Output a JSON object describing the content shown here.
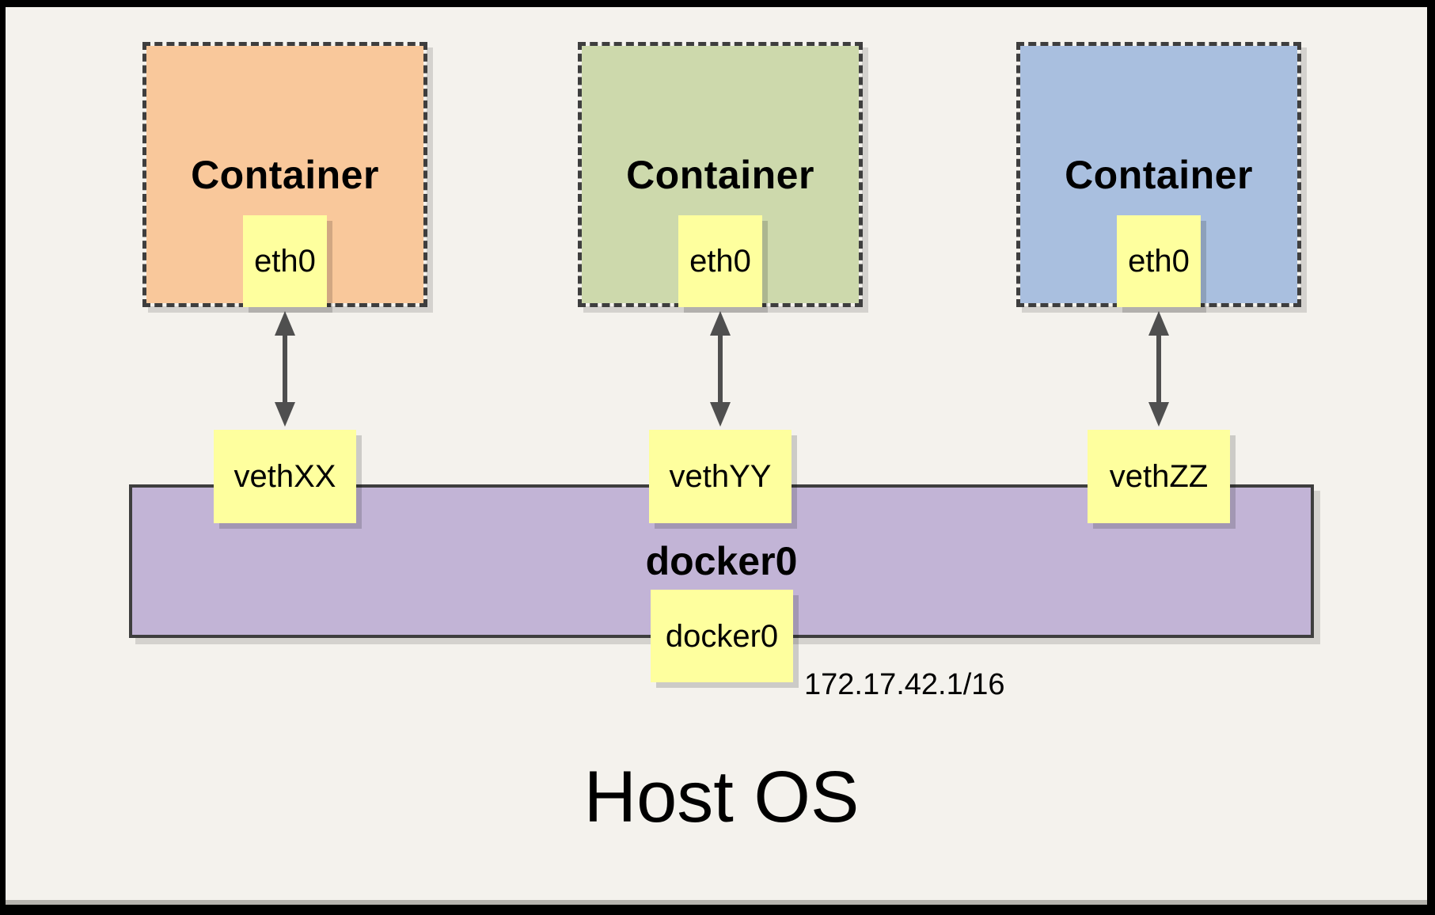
{
  "canvas": {
    "background": "#f4f2ed",
    "frame_color": "#000000"
  },
  "containers": [
    {
      "label": "Container",
      "interface_label": "eth0",
      "veth_label": "vethXX",
      "fill": "#f9c89b"
    },
    {
      "label": "Container",
      "interface_label": "eth0",
      "veth_label": "vethYY",
      "fill": "#cdd9ac"
    },
    {
      "label": "Container",
      "interface_label": "eth0",
      "veth_label": "vethZZ",
      "fill": "#a9bfdf"
    }
  ],
  "bridge": {
    "label": "docker0",
    "interface_label": "docker0",
    "ip": "172.17.42.1/16",
    "fill": "#c2b4d6"
  },
  "host": {
    "label": "Host OS"
  },
  "styles": {
    "note_fill": "#feff9e",
    "dash_border_color": "#3e3e3e",
    "arrow_color": "#4f4f4f"
  }
}
